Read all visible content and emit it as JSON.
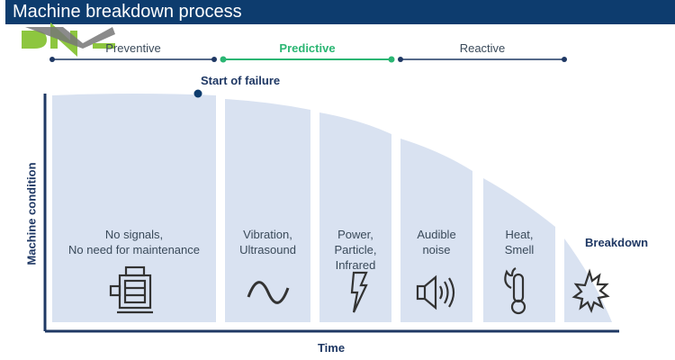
{
  "title": "Machine breakdown process",
  "logo": "DNC",
  "phases": [
    {
      "label": "Preventive",
      "color": "#1f3864"
    },
    {
      "label": "Predictive",
      "color": "#2bb673"
    },
    {
      "label": "Reactive",
      "color": "#1f3864"
    }
  ],
  "start_of_failure": "Start of failure",
  "breakdown": "Breakdown",
  "y_axis": "Machine condition",
  "x_axis": "Time",
  "stages": [
    {
      "l1": "No signals,",
      "l2": "No need for maintenance",
      "l3": "",
      "icon": "motor-icon"
    },
    {
      "l1": "Vibration,",
      "l2": "Ultrasound",
      "l3": "",
      "icon": "sine-wave-icon"
    },
    {
      "l1": "Power,",
      "l2": "Particle,",
      "l3": "Infrared",
      "icon": "lightning-icon"
    },
    {
      "l1": "Audible",
      "l2": "noise",
      "l3": "",
      "icon": "speaker-icon"
    },
    {
      "l1": "Heat,",
      "l2": "Smell",
      "l3": "",
      "icon": "thermometer-fire-icon"
    }
  ],
  "colors": {
    "header": "#0d3c6e",
    "fill": "#d9e2f1",
    "axis": "#1f3864",
    "accent": "#2bb673"
  }
}
